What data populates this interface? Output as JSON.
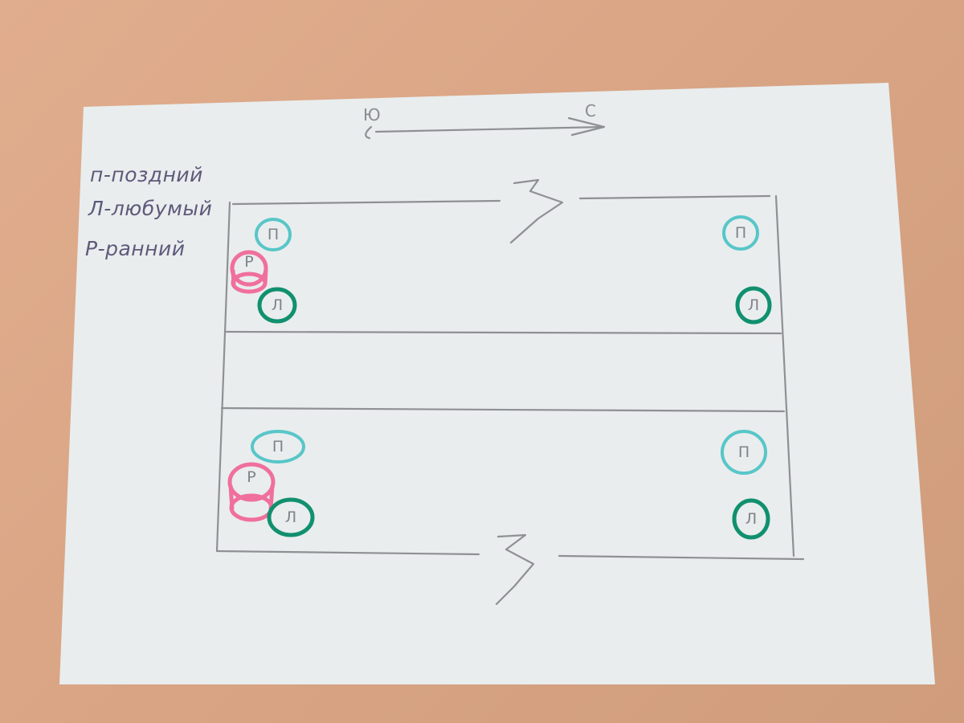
{
  "legend": {
    "late": "п-поздний",
    "favorite": "Л-любумый",
    "early": "Р-ранний"
  },
  "direction": {
    "from": "Ю",
    "to": "С"
  },
  "beds": {
    "top": {
      "left": {
        "late": "П",
        "early": "Р",
        "favorite": "Л"
      },
      "right": {
        "late": "П",
        "favorite": "Л"
      }
    },
    "bottom": {
      "left": {
        "late": "П",
        "early": "Р",
        "favorite": "Л"
      },
      "right": {
        "late": "П",
        "favorite": "Л"
      }
    }
  },
  "colors": {
    "paper": "#e9edee",
    "table": "#d9a585",
    "pencil": "#8f9093",
    "legend_ink": "#5d5a7a",
    "late_marker": "#58c6c8",
    "favorite_marker": "#11906f",
    "early_marker": "#f06f9b"
  }
}
